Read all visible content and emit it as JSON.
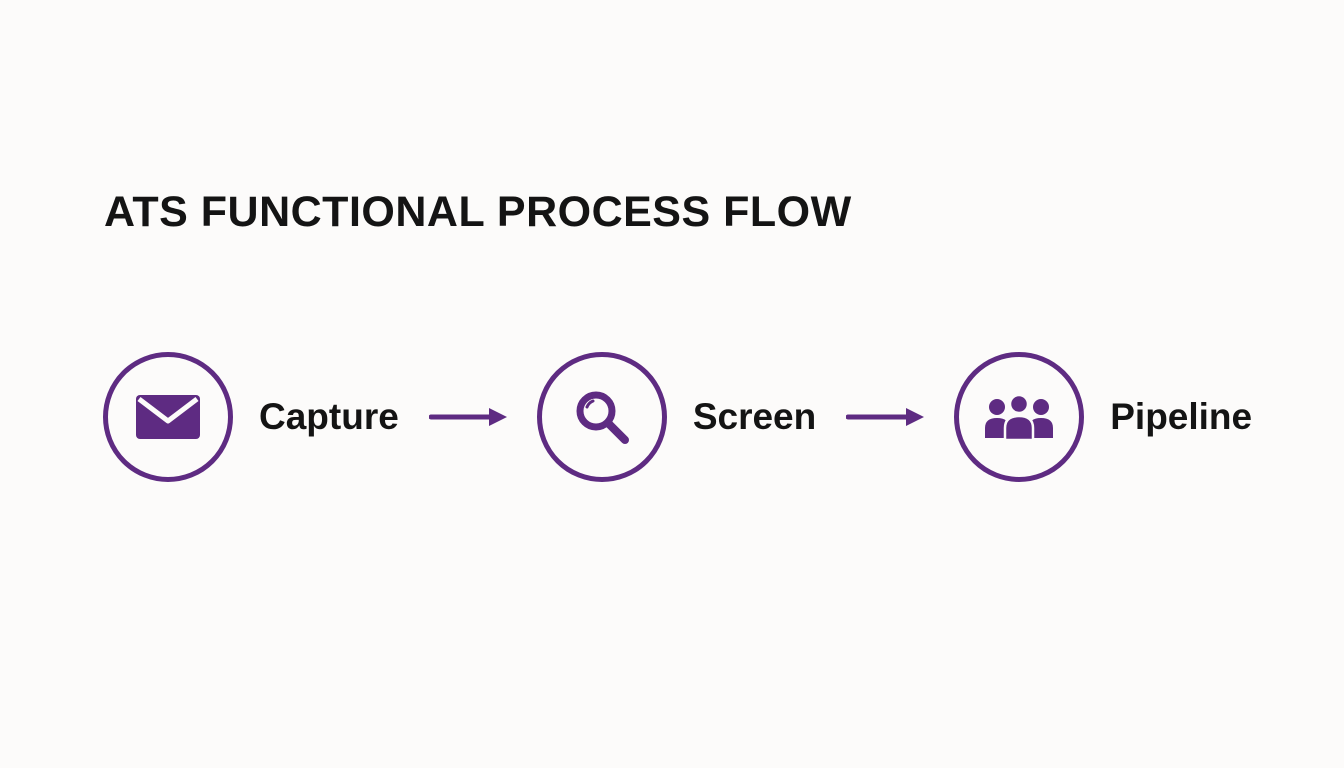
{
  "title": "ATS FUNCTIONAL PROCESS FLOW",
  "colors": {
    "accent_purple": "#5e2b82",
    "text": "#141414",
    "background": "#fcfbfa"
  },
  "flow": {
    "steps": [
      {
        "label": "Capture",
        "icon": "envelope-icon"
      },
      {
        "label": "Screen",
        "icon": "search-icon"
      },
      {
        "label": "Pipeline",
        "icon": "people-icon"
      }
    ],
    "connector": "arrow-right"
  }
}
